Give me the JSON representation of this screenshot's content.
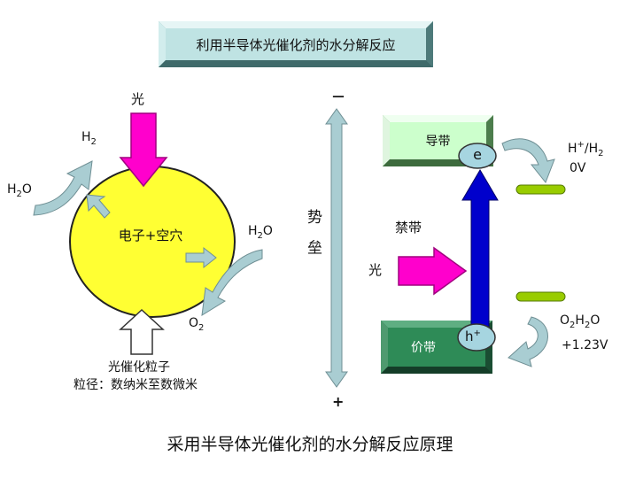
{
  "title": "利用半导体光催化剂的水分解反应",
  "caption": "采用半导体光催化剂的水分解反应原理",
  "left": {
    "light": "光",
    "h2": "H",
    "h2_sub": "2",
    "h2o_left": "H",
    "h2o_left_sub": "2",
    "h2o_left_o": "O",
    "h2o_right": "H",
    "h2o_right_sub": "2",
    "h2o_right_o": "O",
    "o2": "O",
    "o2_sub": "2",
    "particle_center": "电子+空穴",
    "particle_name": "光催化粒子",
    "particle_size": "粒径：数纳米至数微米"
  },
  "axis": {
    "label": "势 垒",
    "top_sign": "－",
    "bottom_sign": "+"
  },
  "right": {
    "conduction_band": "导带",
    "valence_band": "价带",
    "band_gap": "禁带",
    "light": "光",
    "electron": "e",
    "hole": "h",
    "hole_sup": "+",
    "reduction_species": "H",
    "reduction_sup": "+",
    "reduction_tail": "/H",
    "reduction_sub": "2",
    "reduction_potential": "0V",
    "oxidation_species_o": "O",
    "oxidation_sub1": "2",
    "oxidation_h": "H",
    "oxidation_sub2": "2",
    "oxidation_tail": "O",
    "oxidation_potential": "+1.23V"
  },
  "colors": {
    "title_fill": "#bfe3e3",
    "particle_fill": "#ffff33",
    "arrow_magenta": "#ff00cc",
    "arrow_teal": "#a9cdd2",
    "conduction_fill": "#ccffcc",
    "valence_fill": "#2e8b57",
    "level_green": "#99cc00",
    "charge_fill": "#a6d5e0",
    "vertical_arrow": "#0000cc"
  }
}
